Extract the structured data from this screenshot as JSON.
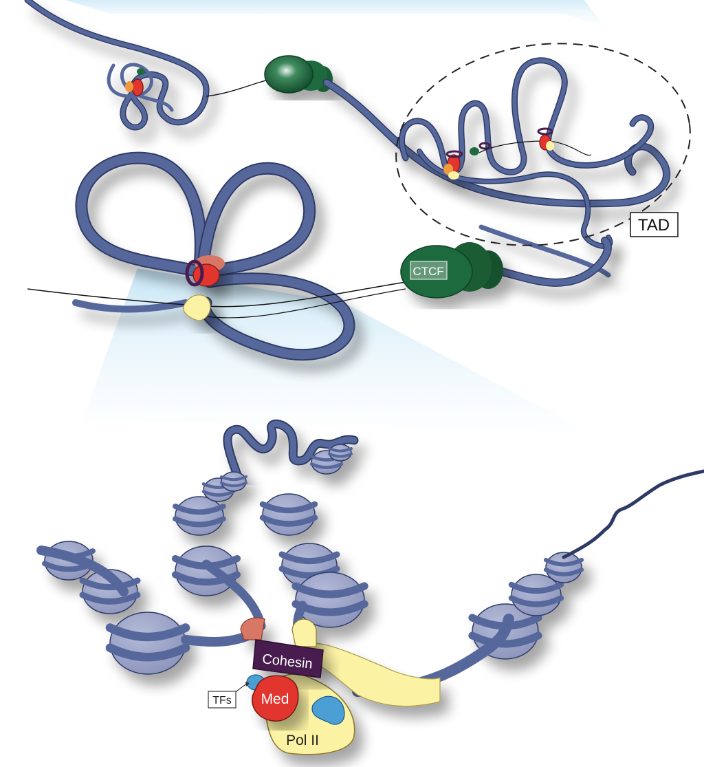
{
  "labels": {
    "tad": "TAD",
    "ctcf": "CTCF",
    "cohesin": "Cohesin",
    "med": "Med",
    "tfs": "TFs",
    "pol2": "Pol II"
  },
  "colors": {
    "chromatin": "#56689b",
    "chromatin_dark": "#2e3a66",
    "nucleosome": "#9ba3c6",
    "ctcf": "#1f6a3e",
    "cohesin": "#4a1f4f",
    "mediator": "#e2342f",
    "pol2": "#fbf2a4",
    "tfs": "#4b9fd5",
    "tf_salmon": "#d97766",
    "zoom_cone": "#c9e6f5"
  }
}
